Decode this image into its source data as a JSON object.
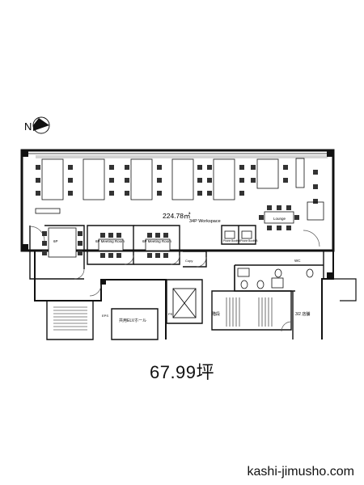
{
  "compass": {
    "label": "N"
  },
  "plan": {
    "area_label": "224.78㎡",
    "workspace_label": "34P Workspace",
    "rooms": {
      "meeting_room_1": "6P Meeting Room",
      "meeting_room_2": "6P Meeting Room",
      "shared_room": "6P",
      "phone_booth_1": "Phone Booth A",
      "phone_booth_2": "Phone Booth B",
      "lounge": "Lounge",
      "copy_area": "Copy",
      "wc": "WC",
      "ev_hall": "共用ELVホール",
      "stairs": "階段",
      "shop": "3/2 店舗",
      "ps": "PS",
      "eps": "EPS"
    }
  },
  "caption": {
    "area_tsubo": "67.99坪"
  },
  "footer": {
    "site": "kashi-jimusho.com"
  }
}
